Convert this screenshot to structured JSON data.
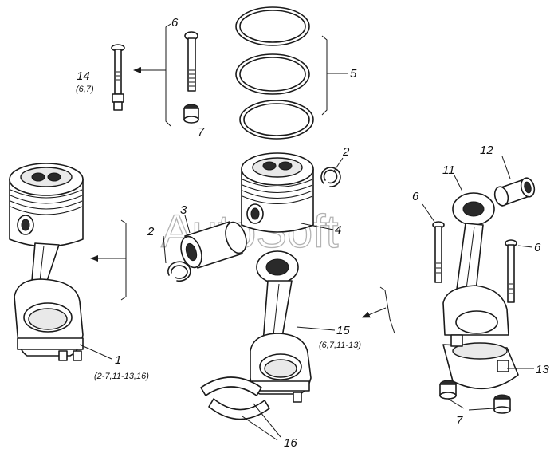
{
  "watermark": "AutoSoft",
  "labels": {
    "l1": "1",
    "l1_sub": "(2-7,11-13,16)",
    "l2a": "2",
    "l2b": "2",
    "l3": "3",
    "l4": "4",
    "l5": "5",
    "l6a": "6",
    "l6b": "6",
    "l6c": "6",
    "l7a": "7",
    "l7b": "7",
    "l11": "11",
    "l12": "12",
    "l13": "13",
    "l14": "14",
    "l14_sub": "(6,7)",
    "l15": "15",
    "l15_sub": "(6,7,11-13)",
    "l16": "16"
  },
  "icons": {
    "piston_assembly": "piston-rod-assembly-icon",
    "arrow": "arrow-left-icon"
  }
}
